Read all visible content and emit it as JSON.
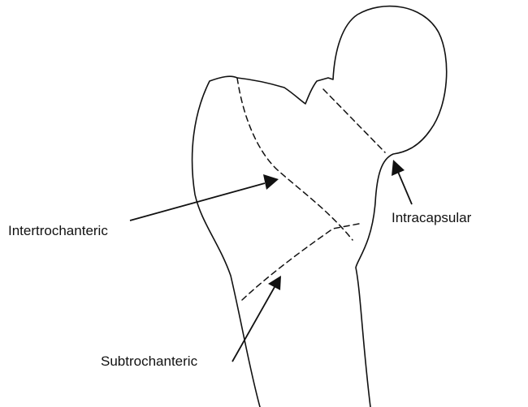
{
  "figure": {
    "labels": {
      "intertrochanteric": "Intertrochanteric",
      "intracapsular": "Intracapsular",
      "subtrochanteric": "Subtrochanteric"
    },
    "ink_color": "#111111",
    "background_color": "#ffffff"
  }
}
